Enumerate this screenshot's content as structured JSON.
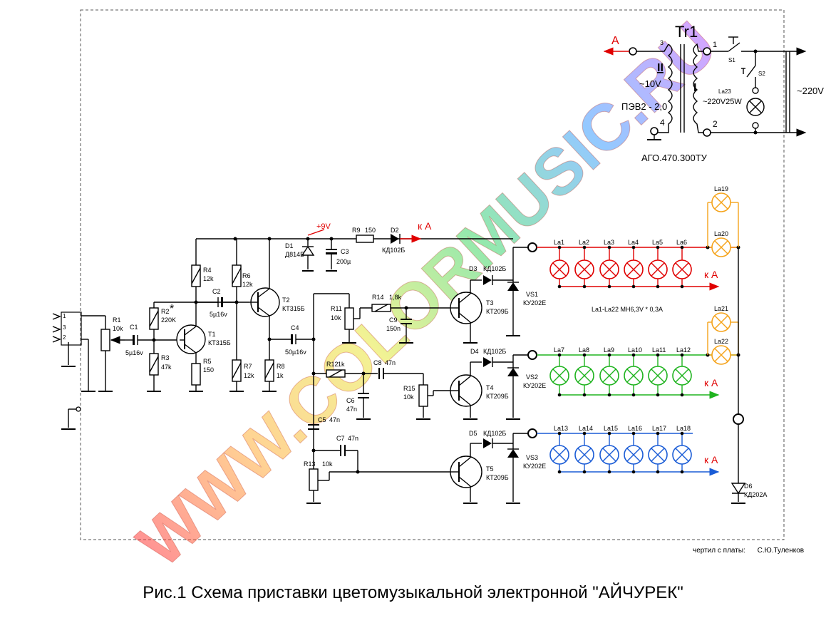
{
  "caption": "Рис.1  Схема приставки цветомузыкальной электронной \"АЙЧУРЕК\"",
  "credit": {
    "label": "чертил с платы:",
    "author": "С.Ю.Туленков"
  },
  "watermark": "WWW.COLORMUSIC.RU",
  "colors": {
    "red_channel": "#e00000",
    "green_channel": "#1fb31f",
    "blue_channel": "#1a5cd6",
    "orange_lamps": "#f5a31a",
    "arrow_red": "#e00000"
  },
  "transformer": {
    "name": "Tr1",
    "winding_primary": "I",
    "winding_secondary": "II",
    "secondary_voltage": "~10V",
    "wire": "ПЭВ2 - 2,0",
    "spec": "АГО.470.300ТУ",
    "pins": [
      "1",
      "2",
      "3",
      "4"
    ],
    "node_a": "A"
  },
  "mains": {
    "voltage": "~220V",
    "switch1": "S1",
    "switch2": "S2",
    "lamp": "La23",
    "lamp_rating": "~220V25W"
  },
  "power": {
    "supply": "+9V",
    "r9": "R9",
    "r9_val": "150",
    "d2": "D2",
    "d2_type": "КД102Б",
    "to_a": "к А",
    "d1": "D1",
    "d1_type": "Д814Б",
    "c3": "C3",
    "c3_val": "200µ"
  },
  "input_stage": {
    "jack_pins": [
      "1",
      "3",
      "2"
    ],
    "r1": "R1",
    "r1_val": "10k",
    "c1": "C1",
    "c1_val": "5µ16v",
    "r2": "R2",
    "r2_val": "220K",
    "r3": "R3",
    "r3_val": "47k",
    "star": "*",
    "r4": "R4",
    "r4_val": "12k",
    "r5": "R5",
    "r5_val": "150",
    "t1": "T1",
    "t1_type": "КТ315Б",
    "c2": "C2",
    "c2_val": "5µ16v",
    "r6": "R6",
    "r6_val": "12k",
    "r7": "R7",
    "r7_val": "12k",
    "t2": "T2",
    "t2_type": "КТ315Б",
    "c4": "C4",
    "c4_val": "50µ16v",
    "r8": "R8",
    "r8_val": "1k"
  },
  "filters": {
    "r14": "R14",
    "r14_val": "1,8k",
    "r11": "R11",
    "r11_val": "10k",
    "c9": "C9",
    "c9_val": "150n",
    "r12": "R12",
    "r12_val": "1k",
    "c8": "C8",
    "c8_val": "47n",
    "c6": "C6",
    "c6_val": "47n",
    "r15": "R15",
    "r15_val": "10k",
    "c5": "C5",
    "c5_val": "47n",
    "c7": "C7",
    "c7_val": "47n",
    "r13": "R13",
    "r13_val": "10k"
  },
  "channels": [
    {
      "t": "T3",
      "t_type": "КТ209Б",
      "d": "D3",
      "d_type": "КД102Б",
      "vs": "VS1",
      "vs_type": "КУ202Е",
      "lamps": [
        "La1",
        "La2",
        "La3",
        "La4",
        "La5",
        "La6"
      ],
      "to_a": "к А"
    },
    {
      "t": "T4",
      "t_type": "КТ209Б",
      "d": "D4",
      "d_type": "КД102Б",
      "vs": "VS2",
      "vs_type": "КУ202Е",
      "lamps": [
        "La7",
        "La8",
        "La9",
        "La10",
        "La11",
        "La12"
      ],
      "to_a": "к А"
    },
    {
      "t": "T5",
      "t_type": "КТ209Б",
      "d": "D5",
      "d_type": "КД102Б",
      "vs": "VS3",
      "vs_type": "КУ202Е",
      "lamps": [
        "La13",
        "La14",
        "La15",
        "La16",
        "La17",
        "La18"
      ],
      "to_a": "к А"
    }
  ],
  "lamp_note": "La1-La22  МН6,3V * 0,3А",
  "extra_lamps": [
    "La19",
    "La20",
    "La21",
    "La22"
  ],
  "d6": "D6",
  "d6_type": "КД202А"
}
